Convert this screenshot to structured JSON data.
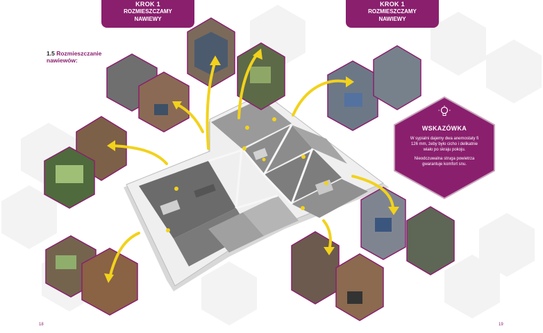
{
  "step_left": {
    "line1": "KROK 1",
    "line2": "ROZMIESZCZAMY",
    "line3": "NAWIEWY"
  },
  "step_right": {
    "line1": "KROK 1",
    "line2": "ROZMIESZCZAMY",
    "line3": "NAWIEWY"
  },
  "section": {
    "number": "1.5",
    "title_line1": "Rozmieszczanie",
    "title_line2": "nawiewów:"
  },
  "tip": {
    "title": "WSKAZÓWKA",
    "text": "W sypialni dajemy dwa anemostaty fi 126 mm, żeby było cicho i delikatnie wiało po skraju pokoju.",
    "text2": "Nieodczuwalna struga powietrza gwarantuje komfort snu.",
    "icon": "lightbulb-icon"
  },
  "pages": {
    "left": "18",
    "right": "19"
  },
  "colors": {
    "accent": "#8a1f6e",
    "arrow": "#f2d21b",
    "hexagon_outline": "#8a1f6e"
  }
}
